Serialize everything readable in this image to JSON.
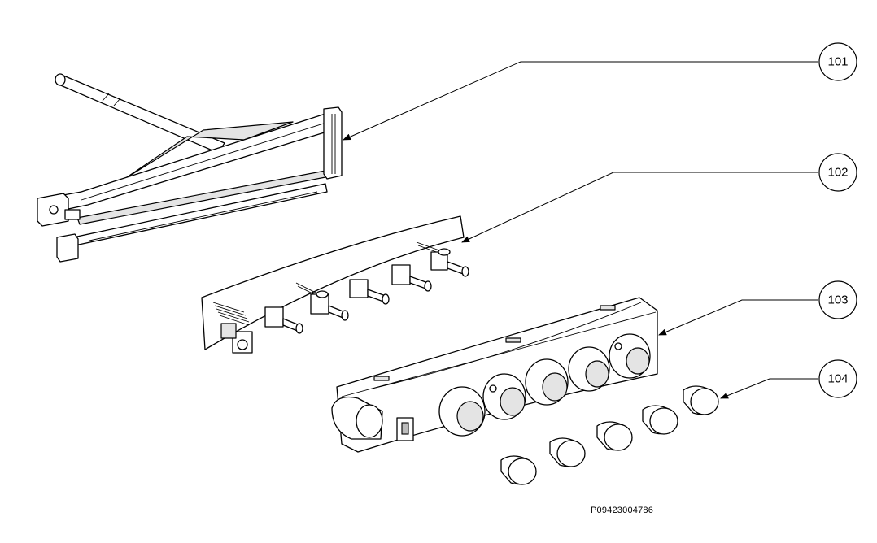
{
  "diagram": {
    "callouts": [
      {
        "label": "101"
      },
      {
        "label": "102"
      },
      {
        "label": "103"
      },
      {
        "label": "104"
      }
    ],
    "part_code": "P09423004786"
  }
}
